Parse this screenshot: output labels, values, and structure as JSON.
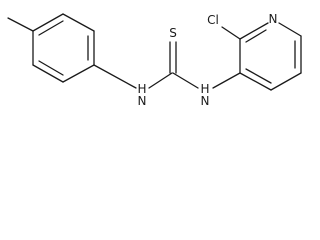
{
  "molecule": {
    "atoms": {
      "sulfur": "S",
      "nitrogen_left": "H",
      "nitrogen_left_n": "N",
      "nitrogen_right": "H",
      "nitrogen_right_n": "N",
      "chlorine": "Cl",
      "pyridine_nitrogen": "N"
    }
  }
}
